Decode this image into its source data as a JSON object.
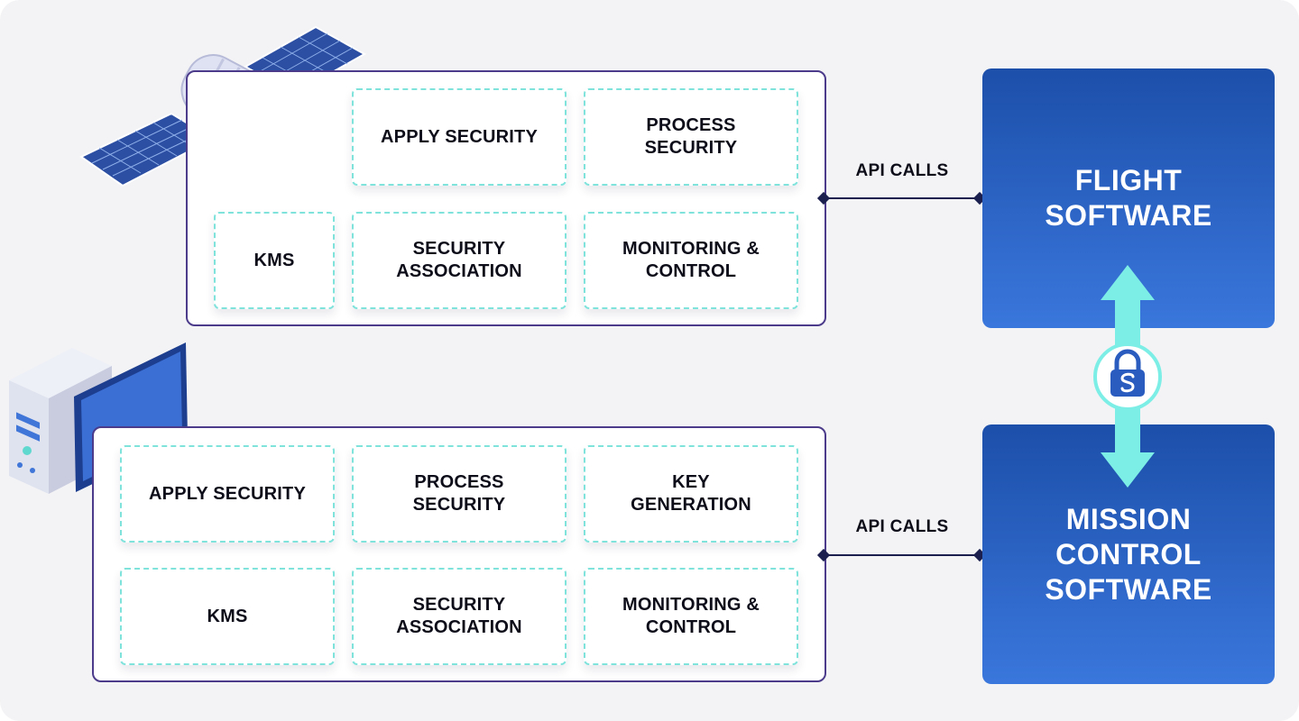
{
  "top_panel": {
    "cells": [
      "APPLY SECURITY",
      "PROCESS SECURITY",
      "KMS",
      "SECURITY ASSOCIATION",
      "MONITORING & CONTROL"
    ],
    "api_label": "API CALLS"
  },
  "bottom_panel": {
    "cells": [
      "APPLY SECURITY",
      "PROCESS SECURITY",
      "KEY GENERATION",
      "KMS",
      "SECURITY ASSOCIATION",
      "MONITORING & CONTROL"
    ],
    "api_label": "API CALLS"
  },
  "flight_software": {
    "line1": "FLIGHT",
    "line2": "SOFTWARE"
  },
  "mission_software": {
    "line1": "MISSION",
    "line2": "CONTROL",
    "line3": "SOFTWARE"
  },
  "icons": {
    "satellite": "satellite-icon",
    "computer": "desktop-computer-icon",
    "lock": "lock-icon",
    "arrow": "bidirectional-arrow-icon"
  },
  "colors": {
    "panel_border": "#4b3b8a",
    "cell_border": "#7fe3dc",
    "software_box_top": "#1c4faa",
    "software_box_bottom": "#3a77dc",
    "arrow": "#7deee6",
    "connector": "#1a1f4d"
  }
}
